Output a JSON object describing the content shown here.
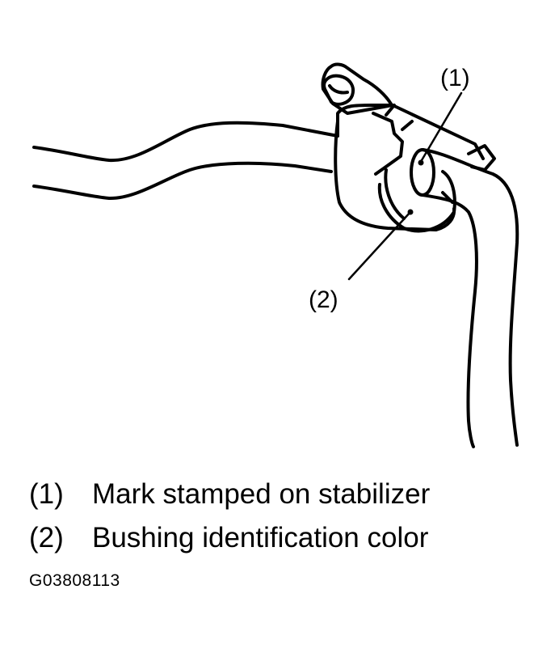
{
  "callouts": [
    {
      "label": "(1)",
      "description": "Mark stamped on stabilizer"
    },
    {
      "label": "(2)",
      "description": "Bushing identification color"
    }
  ],
  "figure_code": "G03808113"
}
